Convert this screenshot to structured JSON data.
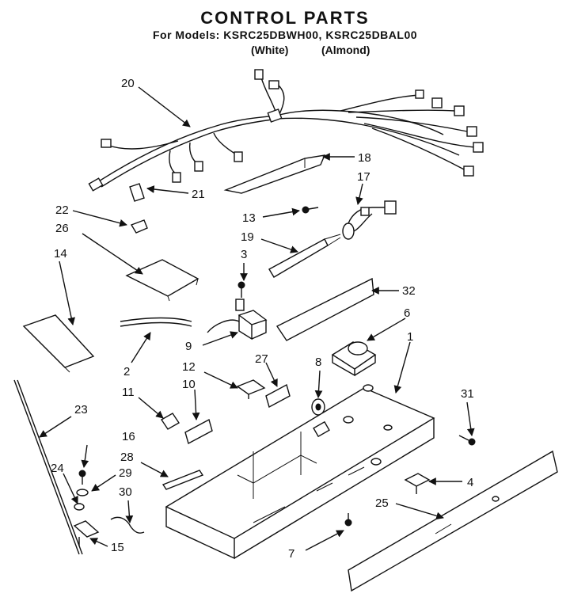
{
  "header": {
    "title": "CONTROL PARTS",
    "models": "For Models: KSRC25DBWH00, KSRC25DBAL00",
    "variant_white": "(White)",
    "variant_almond": "(Almond)"
  },
  "callouts": {
    "c20": "20",
    "c18": "18",
    "c21": "21",
    "c17": "17",
    "c13": "13",
    "c22": "22",
    "c26": "26",
    "c19": "19",
    "c14": "14",
    "c3": "3",
    "c32": "32",
    "c6": "6",
    "c9": "9",
    "c1": "1",
    "c2": "2",
    "c27": "27",
    "c12": "12",
    "c8": "8",
    "c10": "10",
    "c11": "11",
    "c31": "31",
    "c23": "23",
    "c16": "16",
    "c28": "28",
    "c24": "24",
    "c29": "29",
    "c30": "30",
    "c4": "4",
    "c25": "25",
    "c15": "15",
    "c7": "7"
  }
}
